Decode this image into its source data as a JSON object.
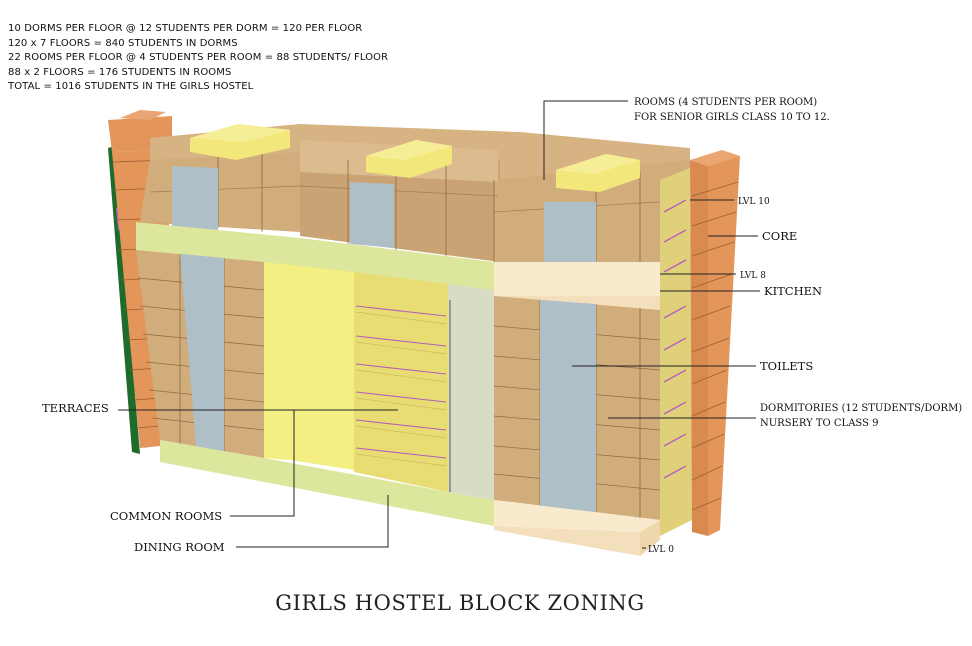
{
  "notes": [
    "10 DORMS PER FLOOR @ 12 STUDENTS PER DORM = 120 PER FLOOR",
    "120 x 7 FLOORS = 840 STUDENTS IN DORMS",
    "22 ROOMS PER FLOOR @ 4 STUDENTS PER ROOM = 88 STUDENTS/ FLOOR",
    "88 x 2 FLOORS = 176 STUDENTS IN ROOMS",
    "TOTAL = 1016 STUDENTS IN THE GIRLS HOSTEL"
  ],
  "labels": {
    "rooms_line1": "ROOMS (4 STUDENTS PER ROOM)",
    "rooms_line2": "FOR SENIOR GIRLS  CLASS 10 TO 12.",
    "lvl10": "LVL 10",
    "core": "CORE",
    "lvl8": "LVL 8",
    "kitchen": "KITCHEN",
    "toilets": "TOILETS",
    "dorm_line1": "DORMITORIES (12 STUDENTS/DORM)",
    "dorm_line2": "NURSERY TO CLASS 9",
    "terraces": "TERRACES",
    "common_rooms": "COMMON ROOMS",
    "dining_room": "DINING ROOM",
    "lvl0": "LVL 0"
  },
  "title": "GIRLS HOSTEL BLOCK ZONING",
  "colors": {
    "rooms": "#d2ad7c",
    "core": "#e3955a",
    "toilets": "#aebfc8",
    "terraces": "#f2ee7c",
    "common": "#e7df74",
    "plinth": "#dce69c",
    "kitchen": "#faeacd",
    "accent_purple": "#b75fb8",
    "accent_green": "#1f6b2c"
  },
  "zones": [
    "rooms",
    "core",
    "toilets",
    "terraces",
    "common-rooms",
    "dining-room",
    "kitchen",
    "dormitories"
  ]
}
